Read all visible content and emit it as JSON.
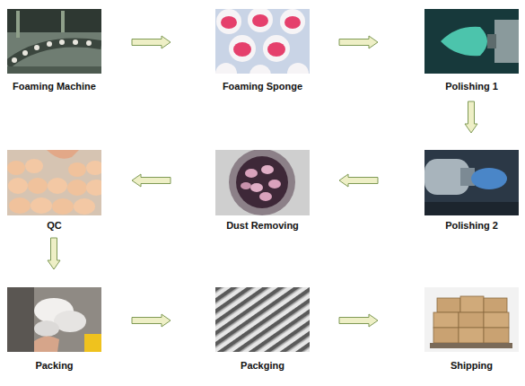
{
  "diagram": {
    "nodes": [
      {
        "text": [
          "Foaming Machine"
        ]
      },
      {
        "text": [
          "Foaming Sponge"
        ]
      },
      {
        "text": [
          "Polishing 1"
        ]
      },
      {
        "text": [
          "QC"
        ]
      },
      {
        "text": [
          "Dust Removing"
        ]
      },
      {
        "text": [
          "Polishing 2"
        ]
      },
      {
        "text": [
          "Packing"
        ]
      },
      {
        "text": [
          "Packging"
        ]
      },
      {
        "text": [
          "Shipping"
        ]
      }
    ],
    "edges": [
      {
        "from": 0,
        "to": 1,
        "arrow": "to"
      },
      {
        "from": 1,
        "to": 2,
        "arrow": "to"
      },
      {
        "from": 2,
        "to": 5,
        "arrow": "to"
      },
      {
        "from": 5,
        "to": 4,
        "arrow": "to"
      },
      {
        "from": 4,
        "to": 3,
        "arrow": "to"
      },
      {
        "from": 3,
        "to": 6,
        "arrow": "to"
      },
      {
        "from": 6,
        "to": 7,
        "arrow": "to"
      },
      {
        "from": 7,
        "to": 8,
        "arrow": "to"
      }
    ]
  }
}
